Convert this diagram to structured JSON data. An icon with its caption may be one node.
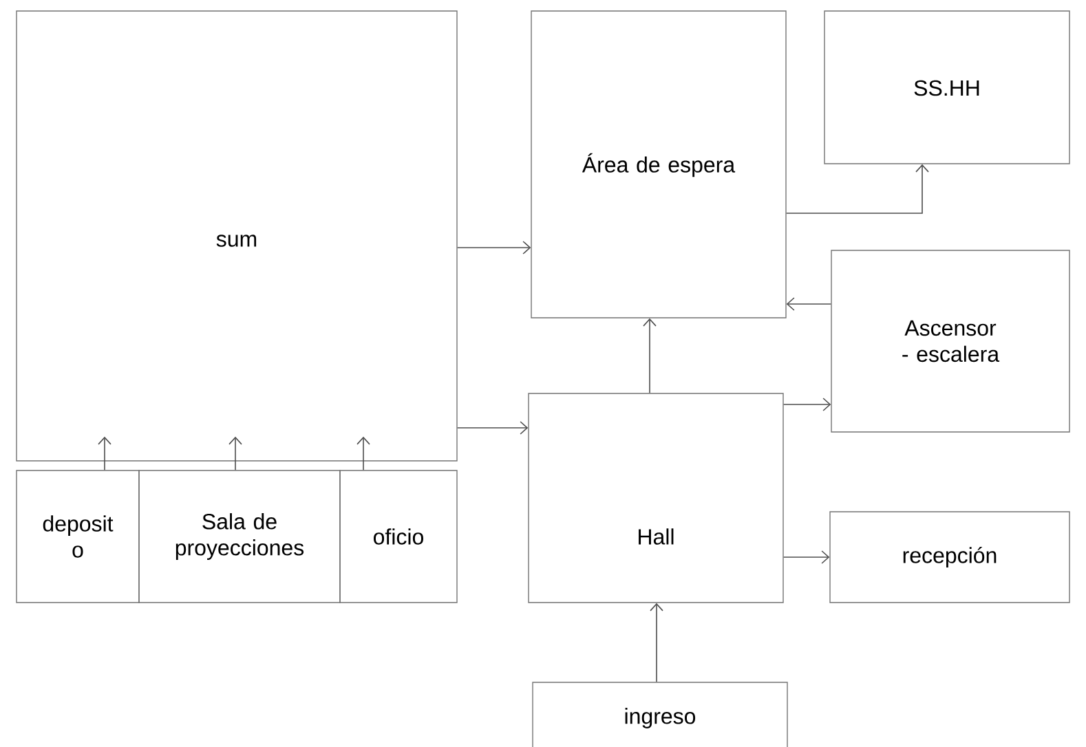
{
  "diagram": {
    "nodes": [
      {
        "text": [
          "sum"
        ]
      },
      {
        "text": [
          "deposit o"
        ]
      },
      {
        "text": [
          "Sala de proyecciones"
        ]
      },
      {
        "text": [
          "oficio"
        ]
      },
      {
        "text": [
          "Área de espera"
        ]
      },
      {
        "text": [
          "SS.HH"
        ]
      },
      {
        "text": [
          "Ascensor - escalera"
        ]
      },
      {
        "text": [
          "Hall"
        ]
      },
      {
        "text": [
          "recepción"
        ]
      },
      {
        "text": [
          "ingreso"
        ]
      }
    ],
    "edges": [
      {
        "from": 0,
        "to": 4,
        "arrow": "to"
      },
      {
        "from": 0,
        "to": 7,
        "arrow": "to"
      },
      {
        "from": 1,
        "to": 0,
        "arrow": "to"
      },
      {
        "from": 2,
        "to": 0,
        "arrow": "to"
      },
      {
        "from": 3,
        "to": 0,
        "arrow": "to"
      },
      {
        "from": 4,
        "to": 5,
        "arrow": "to"
      },
      {
        "from": 6,
        "to": 4,
        "arrow": "to"
      },
      {
        "from": 7,
        "to": 4,
        "arrow": "to"
      },
      {
        "from": 7,
        "to": 6,
        "arrow": "to"
      },
      {
        "from": 7,
        "to": 8,
        "arrow": "to"
      },
      {
        "from": 9,
        "to": 7,
        "arrow": "to"
      }
    ]
  }
}
